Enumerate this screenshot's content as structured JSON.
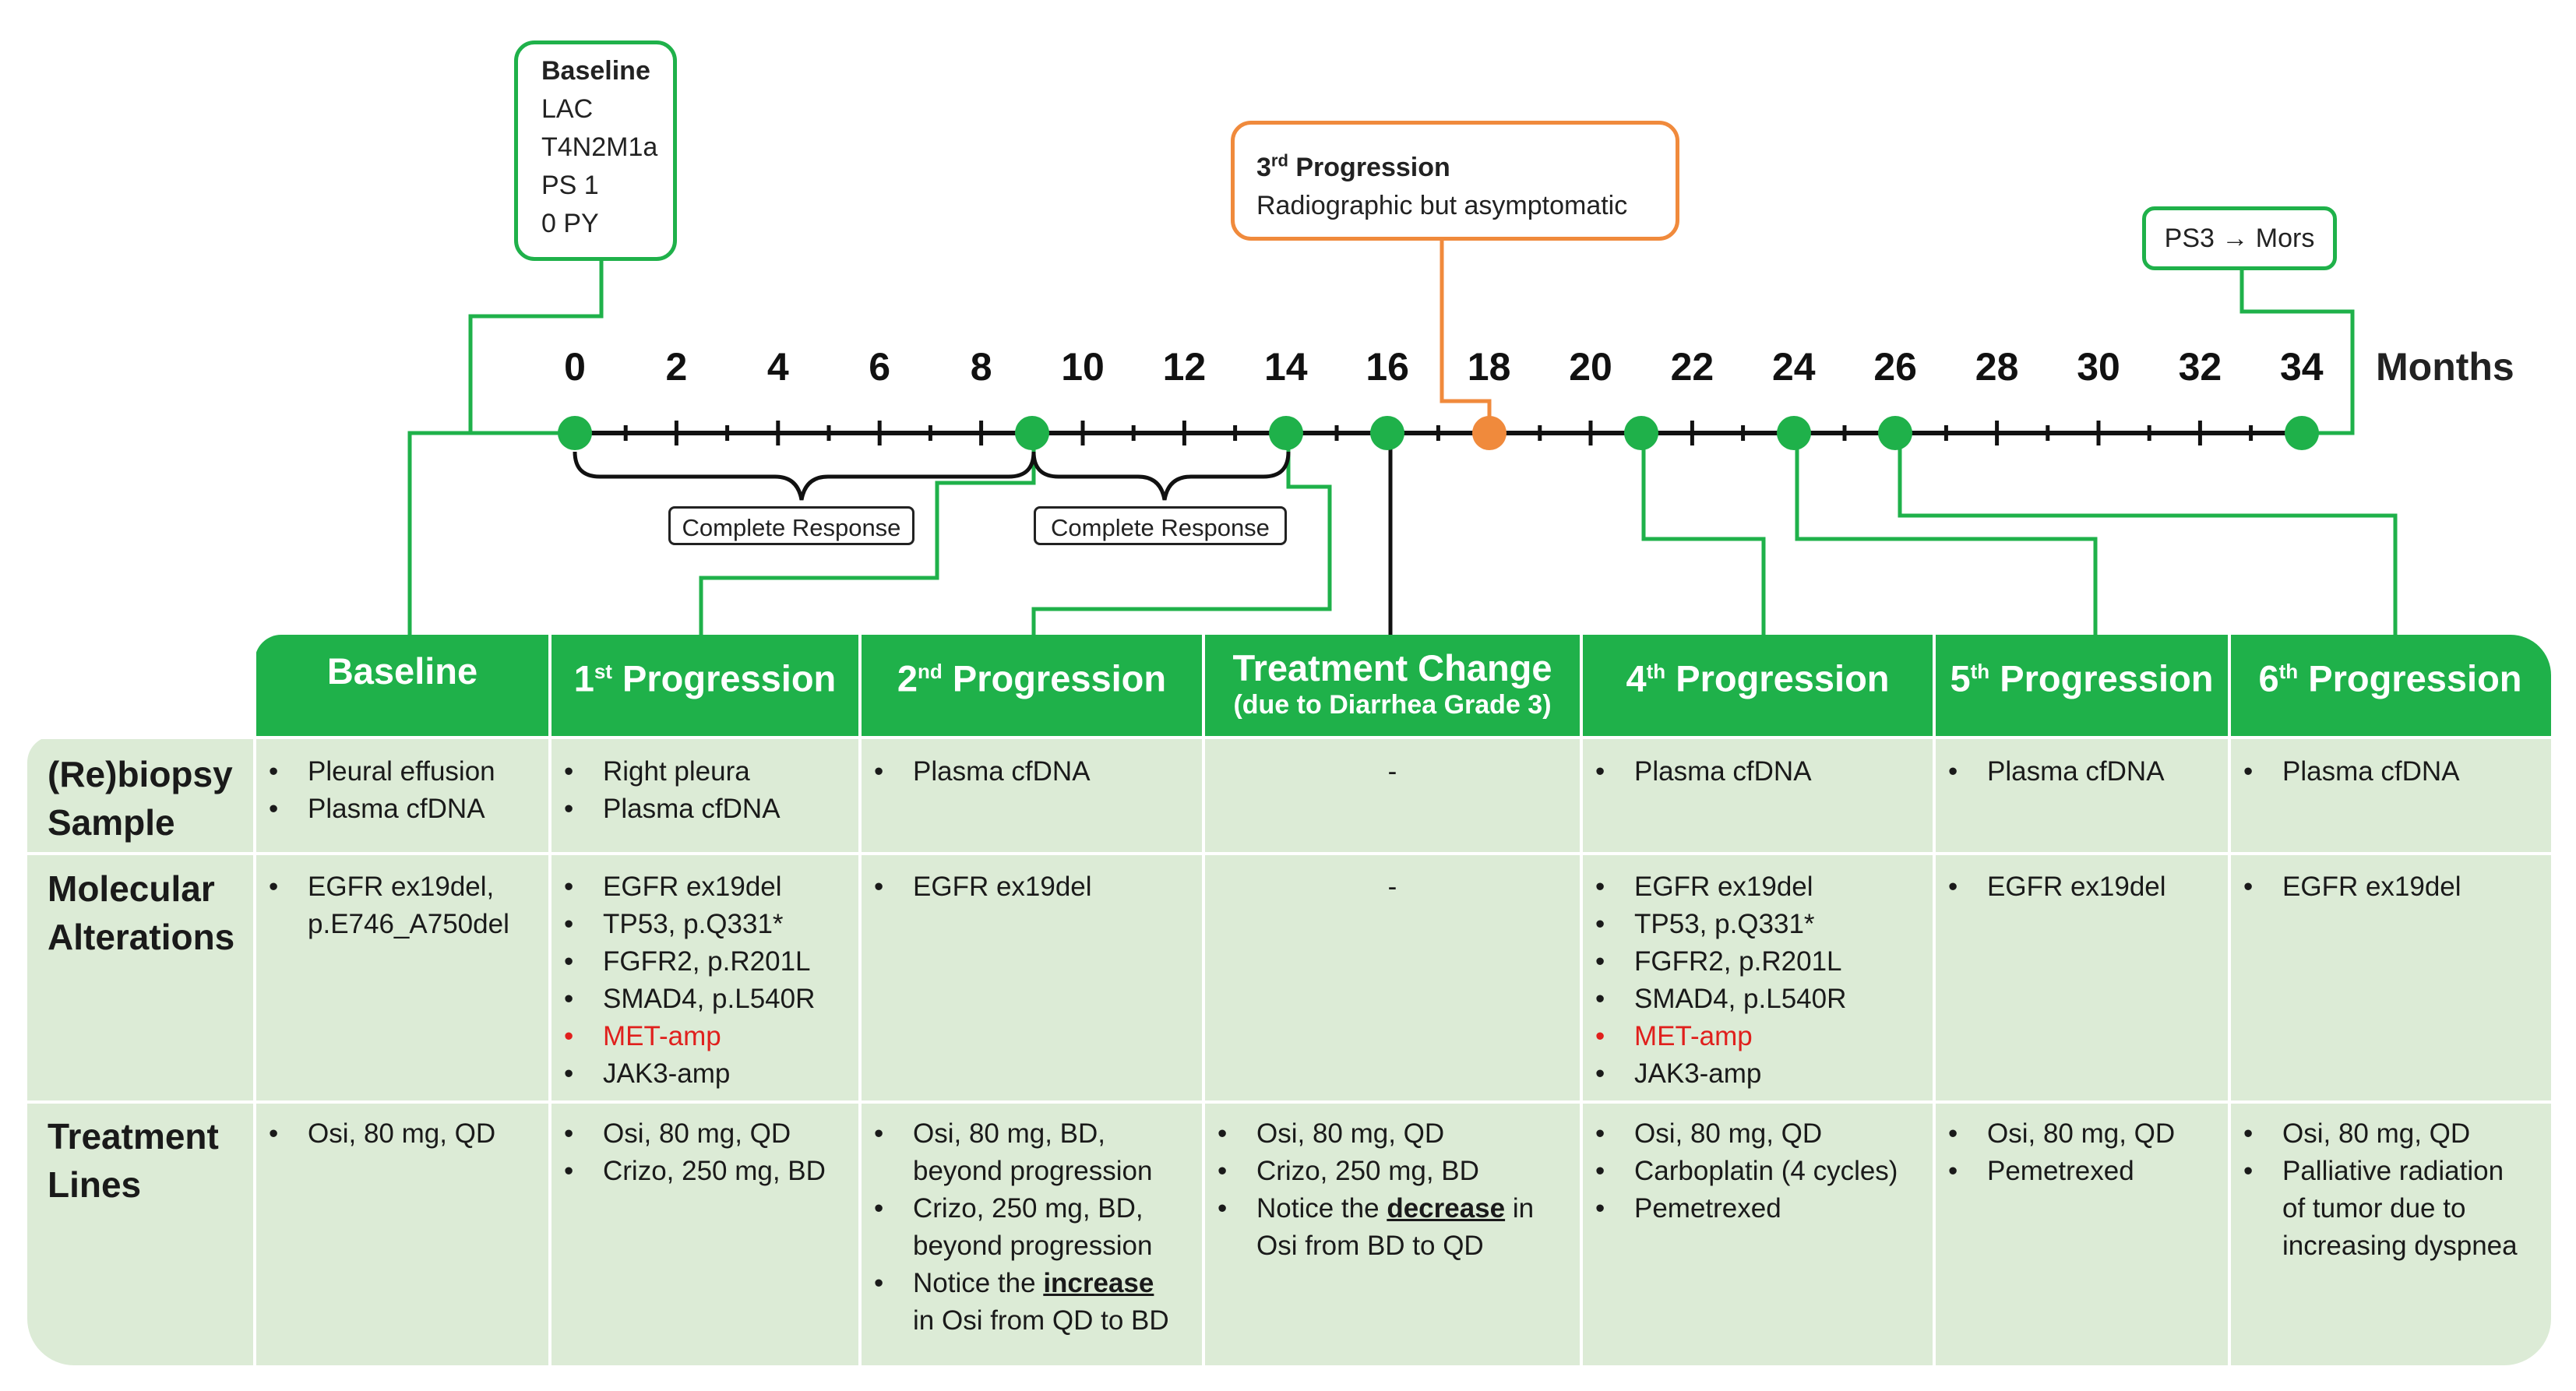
{
  "callouts": {
    "baseline": {
      "title": "Baseline",
      "lines": [
        "LAC",
        "T4N2M1a",
        "PS 1",
        "0 PY"
      ]
    },
    "third_progression": {
      "title_num": "3",
      "title_sup": "rd",
      "title_rest": " Progression",
      "text": "Radiographic but asymptomatic"
    },
    "end": {
      "text": "PS3 → Mors"
    }
  },
  "timeline": {
    "ticks": [
      "0",
      "2",
      "4",
      "6",
      "8",
      "10",
      "12",
      "14",
      "16",
      "18",
      "20",
      "22",
      "24",
      "26",
      "28",
      "30",
      "32",
      "34"
    ],
    "unit_label": "Months",
    "events_months": [
      0,
      9,
      14,
      16,
      18,
      21,
      24,
      26,
      34
    ],
    "highlight_month": 18,
    "complete_response_1": "Complete Response",
    "complete_response_2": "Complete Response"
  },
  "colors": {
    "accent": "#1fb14a",
    "highlight": "#f08a3c",
    "row_fill": "#dcebd6",
    "alert": "#e0201d"
  },
  "table": {
    "headers": {
      "baseline": "Baseline",
      "p1_num": "1",
      "p1_sup": "st",
      "p1_rest": " Progression",
      "p2_num": "2",
      "p2_sup": "nd",
      "p2_rest": " Progression",
      "tc_title": "Treatment Change",
      "tc_sub": "(due to Diarrhea Grade 3)",
      "p4_num": "4",
      "p4_sup": "th",
      "p4_rest": " Progression",
      "p5_num": "5",
      "p5_sup": "th",
      "p5_rest": " Progression",
      "p6_num": "6",
      "p6_sup": "th",
      "p6_rest": " Progression"
    },
    "row_labels": {
      "biopsy_1": "(Re)biopsy",
      "biopsy_2": "Sample",
      "molecular_1": "Molecular",
      "molecular_2": "Alterations",
      "treatment_1": "Treatment",
      "treatment_2": "Lines"
    },
    "biopsy": {
      "baseline": [
        "Pleural effusion",
        "Plasma cfDNA"
      ],
      "p1": [
        "Right pleura",
        "Plasma cfDNA"
      ],
      "p2": [
        "Plasma cfDNA"
      ],
      "tc": "-",
      "p4": [
        "Plasma cfDNA"
      ],
      "p5": [
        "Plasma cfDNA"
      ],
      "p6": [
        "Plasma cfDNA"
      ]
    },
    "molecular": {
      "baseline": [
        "EGFR ex19del,",
        "p.E746_A750del"
      ],
      "p1": [
        "EGFR ex19del",
        "TP53, p.Q331*",
        "FGFR2, p.R201L",
        "SMAD4, p.L540R",
        "MET-amp",
        "JAK3-amp"
      ],
      "p2": [
        "EGFR ex19del"
      ],
      "tc": "-",
      "p4": [
        "EGFR ex19del",
        "TP53, p.Q331*",
        "FGFR2, p.R201L",
        "SMAD4, p.L540R",
        "MET-amp",
        "JAK3-amp"
      ],
      "p5": [
        "EGFR ex19del"
      ],
      "p6": [
        "EGFR ex19del"
      ]
    },
    "treatment": {
      "baseline": [
        "Osi, 80 mg, QD"
      ],
      "p1": [
        "Osi, 80 mg, QD",
        "Crizo, 250 mg, BD"
      ],
      "p2": {
        "item1_a": "Osi, 80 mg, BD,",
        "item1_b": "beyond progression",
        "item2_a": "Crizo, 250 mg, BD,",
        "item2_b": "beyond progression",
        "item3_pre": "Notice the ",
        "item3_key": "increase",
        "item3_b": "in Osi from QD to BD"
      },
      "tc": {
        "item1": "Osi, 80 mg, QD",
        "item2": "Crizo, 250 mg, BD",
        "item3_pre": "Notice the ",
        "item3_key": "decrease",
        "item3_post": " in",
        "item3_b": "Osi from BD to QD"
      },
      "p4": [
        "Osi, 80 mg, QD",
        "Carboplatin (4 cycles)",
        "Pemetrexed"
      ],
      "p5": [
        "Osi, 80 mg, QD",
        "Pemetrexed"
      ],
      "p6": {
        "item1": "Osi, 80 mg, QD",
        "item2_a": "Palliative radiation",
        "item2_b": "of tumor due to",
        "item2_c": "increasing dyspnea"
      }
    }
  }
}
